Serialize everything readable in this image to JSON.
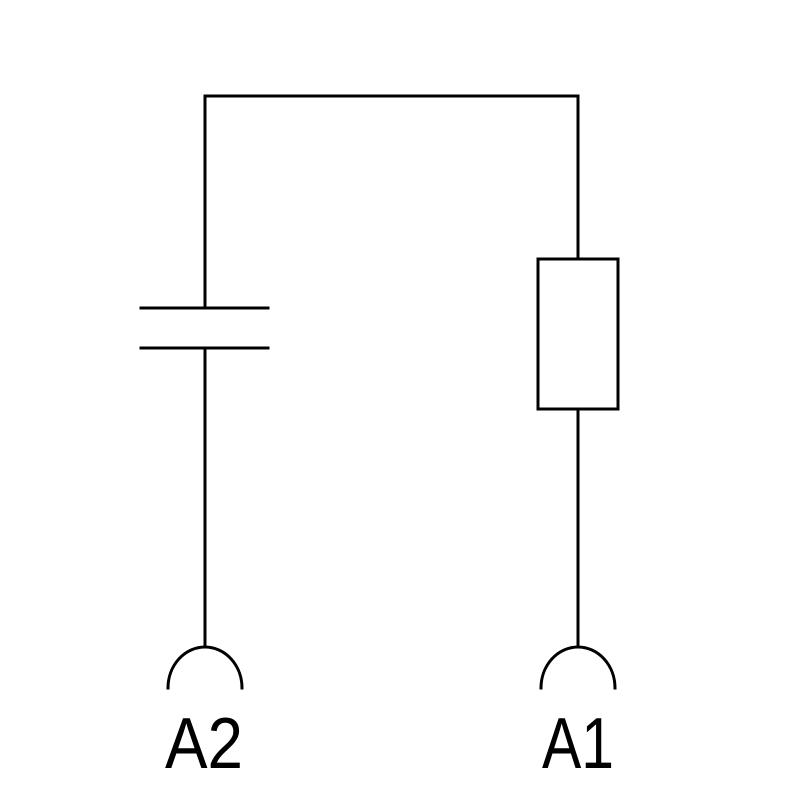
{
  "diagram": {
    "colors": {
      "background": "#ffffff",
      "line": "#000000"
    },
    "components": {
      "capacitor": "capacitor",
      "resistor": "resistor"
    },
    "terminals": {
      "left": {
        "label": "A2"
      },
      "right": {
        "label": "A1"
      }
    }
  }
}
